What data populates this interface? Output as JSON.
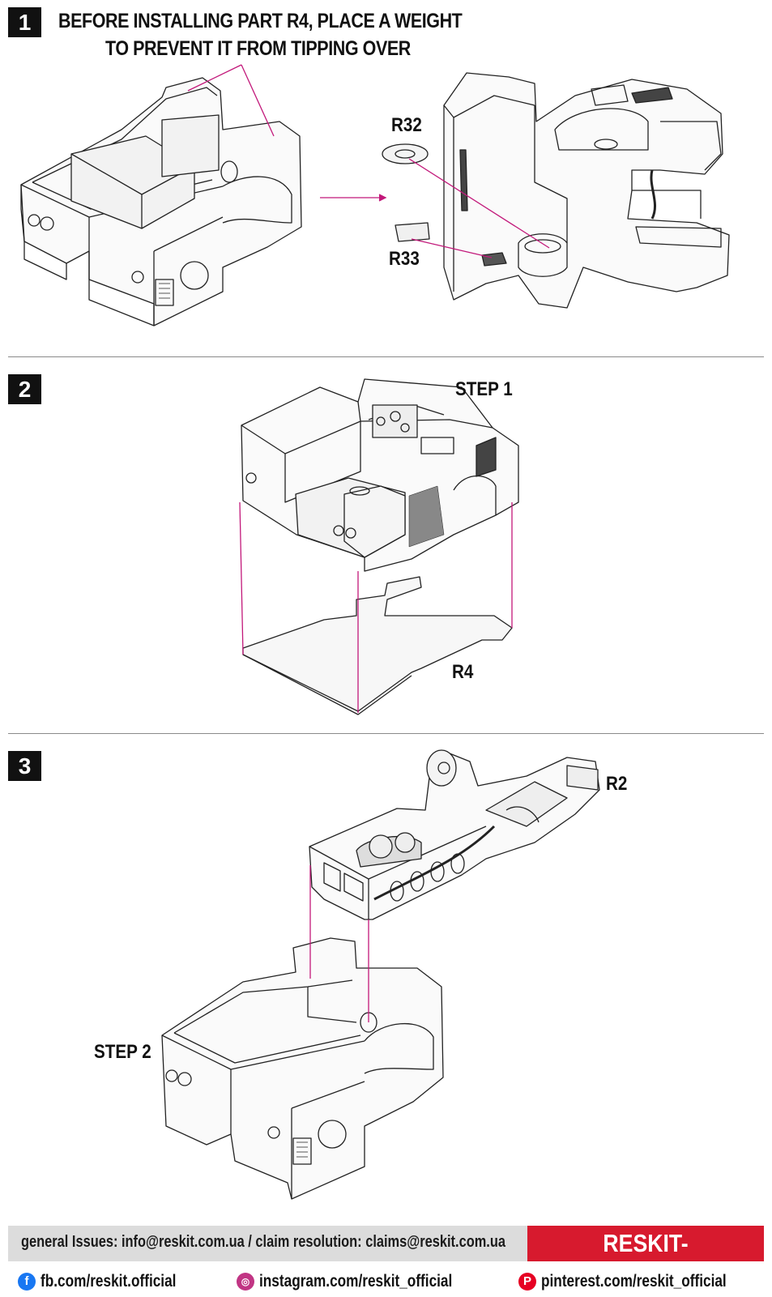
{
  "steps": [
    {
      "number": "1",
      "heading_line1": "BEFORE INSTALLING PART R4, PLACE A WEIGHT",
      "heading_line2": "TO PREVENT IT FROM TIPPING OVER",
      "labels": {
        "r32": "R32",
        "r33": "R33"
      }
    },
    {
      "number": "2",
      "labels": {
        "step1": "STEP 1",
        "r4": "R4"
      }
    },
    {
      "number": "3",
      "labels": {
        "r2": "R2",
        "step2": "STEP 2"
      }
    }
  ],
  "colors": {
    "accent": "#d71a2e",
    "leader": "#c2187a",
    "bar": "#dcdcdc",
    "fb": "#1877f2",
    "ig": "#c13584",
    "pin": "#e60023"
  },
  "footer": {
    "issues": "general Issues: info@reskit.com.ua / claim resolution: claims@reskit.com.ua",
    "brand": "RESKIT-MODELS.COM",
    "social": [
      {
        "icon": "facebook-icon",
        "text": "fb.com/reskit.official"
      },
      {
        "icon": "instagram-icon",
        "text": "instagram.com/reskit_official"
      },
      {
        "icon": "pinterest-icon",
        "text": "pinterest.com/reskit_official"
      }
    ]
  }
}
